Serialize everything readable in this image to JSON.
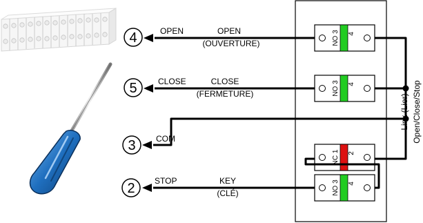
{
  "terminals": [
    {
      "number": "4",
      "label": "OPEN",
      "description_line1": "OPEN",
      "description_line2": "(OUVERTURE)"
    },
    {
      "number": "5",
      "label": "CLOSE",
      "description_line1": "CLOSE",
      "description_line2": "(FERMETURE)"
    },
    {
      "number": "3",
      "label": "COM"
    },
    {
      "number": "2",
      "label": "STOP",
      "description_line1": "KEY",
      "description_line2": "(CLÉ)"
    }
  ],
  "contacts": [
    {
      "type": "NO",
      "pin": "3",
      "side_number": "4",
      "color": "#22cc22"
    },
    {
      "type": "NO",
      "pin": "3",
      "side_number": "4",
      "color": "#22cc22"
    },
    {
      "type": "NC",
      "pin": "1",
      "side_number": "2",
      "color": "#dd1111"
    },
    {
      "type": "NO",
      "pin": "3",
      "side_number": "4",
      "color": "#22cc22"
    }
  ],
  "link_label": {
    "line1": "Link (Lier)",
    "line2": "Open/Close/Stop"
  },
  "icons": [
    "terminal-block-icon",
    "screwdriver-icon"
  ],
  "colors": {
    "wire": "#000000",
    "no_contact": "#22cc22",
    "nc_contact": "#dd1111",
    "screwdriver_handle": "#1f6fbf"
  }
}
